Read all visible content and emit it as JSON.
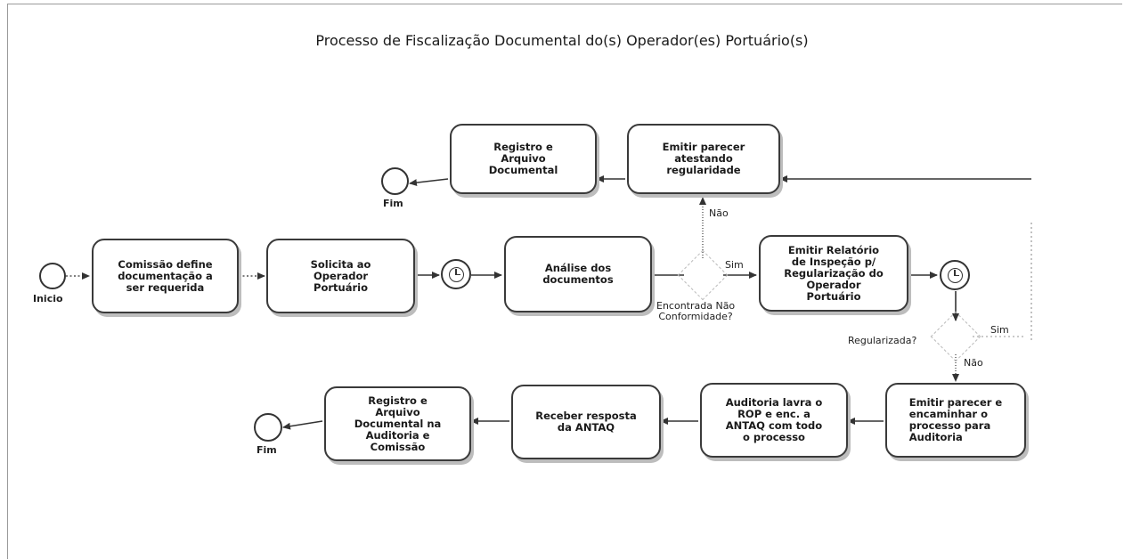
{
  "title": "Processo de Fiscalização Documental do(s) Operador(es) Portuário(s)",
  "events": {
    "start_label": "Inicio",
    "end_top_label": "Fim",
    "end_bottom_label": "Fim"
  },
  "tasks": {
    "comissao": "Comissão define\ndocumentação a\nser requerida",
    "solicita": "Solicita ao\nOperador\nPortuário",
    "analise": "Análise dos\ndocumentos",
    "emitir_relatorio": "Emitir Relatório\nde Inspeção p/\nRegularização do\nOperador\nPortuário",
    "emitir_parecer_reg": "Emitir parecer\natestando\nregularidade",
    "registro_arquivo": "Registro e\nArquivo\nDocumental",
    "emitir_parecer_aud": "Emitir parecer e\nencaminhar o\nprocesso para\nAuditoria",
    "auditoria_lavra": "Auditoria lavra o\nROP e enc. a\nANTAQ com todo\no processo",
    "receber_resposta": "Receber resposta\nda ANTAQ",
    "registro_auditoria": "Registro e\nArquivo\nDocumental na\nAuditoria e\nComissão"
  },
  "gateways": {
    "nao_conformidade": {
      "question": "Encontrada Não\nConformidade?",
      "yes": "Sim",
      "no": "Não"
    },
    "regularizada": {
      "question": "Regularizada?",
      "yes": "Sim",
      "no": "Não"
    }
  }
}
